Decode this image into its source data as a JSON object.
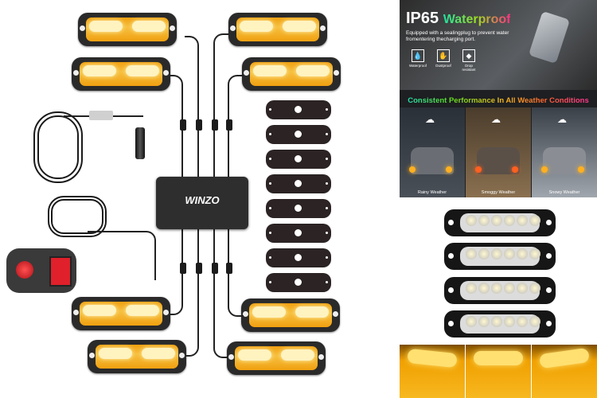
{
  "product": {
    "brand_logo": "WINZO",
    "kit_contents": {
      "amber_light_bars": 8,
      "mounting_plates": 8,
      "junction_box": 1,
      "switch_box": 1,
      "cigarette_lighter_plug": 1
    }
  },
  "panel_waterproof": {
    "title_main": "IP65",
    "title_accent": "Waterproof",
    "description": "Equipped with a sealingplug to prevent water fromentering thecharging port.",
    "features": [
      {
        "icon": "waterproof-icon",
        "label": "Waterproof"
      },
      {
        "icon": "dustproof-icon",
        "label": "Dustproof"
      },
      {
        "icon": "drop-resistant-icon",
        "label": "Drop resistant"
      }
    ]
  },
  "panel_weather": {
    "title": "Consistent Performance In All Weather Conditions",
    "conditions": [
      {
        "icon": "rain-cloud-icon",
        "label": "Rainy Weather",
        "bg": "#3a4048"
      },
      {
        "icon": "smog-cloud-icon",
        "label": "Smoggy Weather",
        "bg": "#6a5640"
      },
      {
        "icon": "snow-cloud-icon",
        "label": "Snowy Weather",
        "bg": "#8a9098"
      }
    ]
  },
  "colors": {
    "amber": "#f5a814",
    "housing": "#2a2a2a",
    "switch_red": "#e0202a"
  }
}
